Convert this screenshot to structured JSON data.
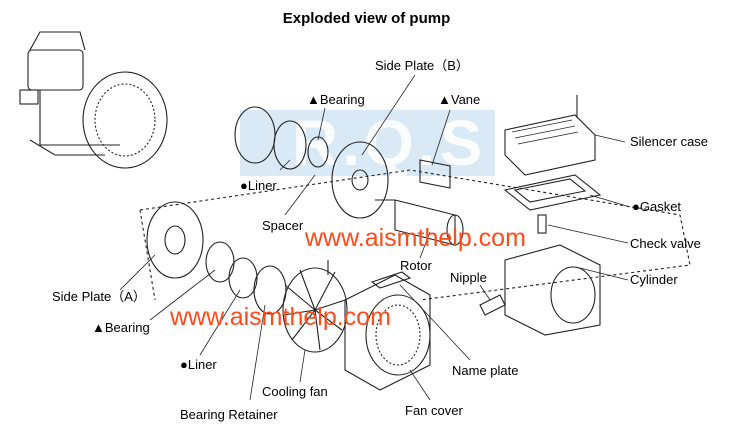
{
  "title": "Exploded view of pump",
  "watermark_logo": "R.Q.S",
  "watermarks": [
    "www.aismthelp.com",
    "www.aismthelp.com"
  ],
  "labels": {
    "side_plate_b": "Side Plate（B）",
    "bearing_top": "▲Bearing",
    "vane": "▲Vane",
    "liner_top": "●Liner",
    "spacer": "Spacer",
    "silencer_case": "Silencer case",
    "gasket": "●Gasket",
    "check_valve": "Check valve",
    "rotor": "Rotor",
    "nipple": "Nipple",
    "cylinder": "Cylinder",
    "side_plate_a": "Side Plate（A）",
    "bearing_bottom": "▲Bearing",
    "liner_bottom": "●Liner",
    "cooling_fan": "Cooling fan",
    "bearing_retainer": "Bearing Retainer",
    "name_plate": "Name plate",
    "fan_cover": "Fan cover"
  },
  "colors": {
    "watermark": "#ff4a1a",
    "band": "#cfe3f2"
  }
}
